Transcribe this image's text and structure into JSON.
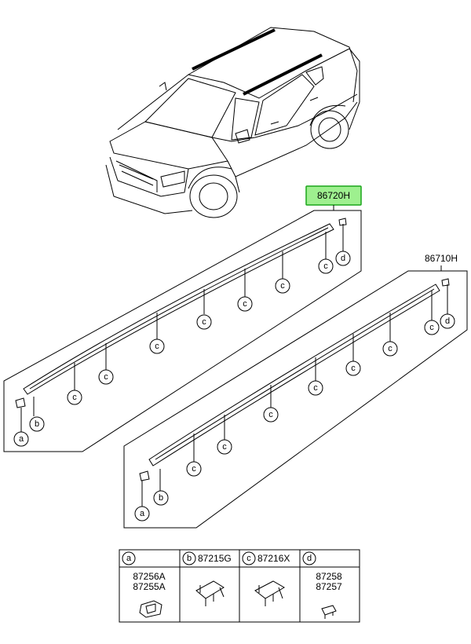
{
  "parts": {
    "left_rail_no": "86720H",
    "right_rail_no": "86710H"
  },
  "callouts": {
    "a": "a",
    "b": "b",
    "c": "c",
    "d": "d"
  },
  "legend": {
    "cols": [
      {
        "key": "a",
        "code": "",
        "sub1": "87256A",
        "sub2": "87255A"
      },
      {
        "key": "b",
        "code": "87215G",
        "sub1": "",
        "sub2": ""
      },
      {
        "key": "c",
        "code": "87216X",
        "sub1": "",
        "sub2": ""
      },
      {
        "key": "d",
        "code": "",
        "sub1": "87258",
        "sub2": "87257"
      }
    ]
  },
  "colors": {
    "highlight_fill": "#9ef08f",
    "highlight_border": "#1aa51a"
  },
  "icons": [
    "suv-illustration",
    "clip-a-icon",
    "clip-b-icon",
    "clip-c-icon",
    "clip-d-icon"
  ]
}
